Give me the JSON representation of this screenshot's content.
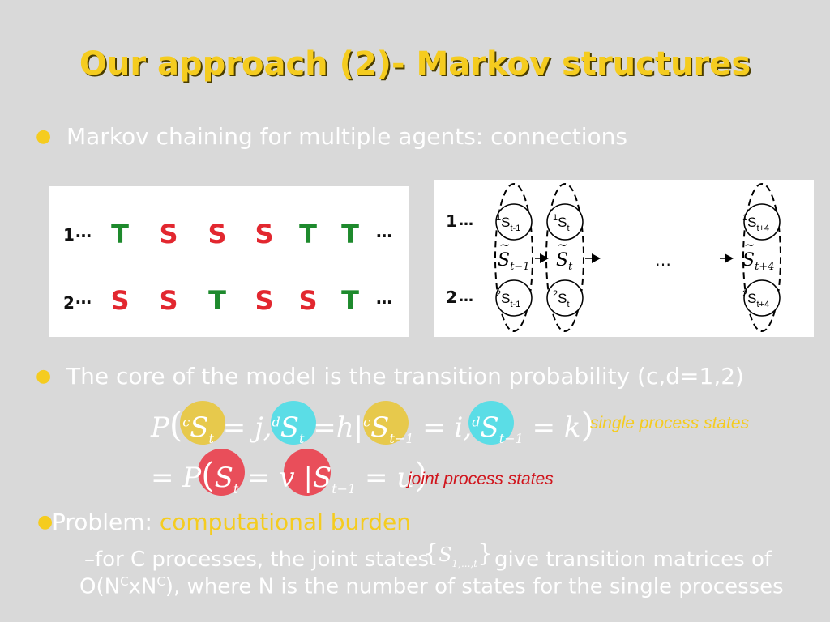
{
  "title": "Our approach (2)- Markov structures",
  "bullet1": "Markov chaining for multiple agents: connections",
  "sequence": {
    "rows": [
      {
        "label": "1",
        "letters": [
          "T",
          "S",
          "S",
          "S",
          "T",
          "T"
        ]
      },
      {
        "label": "2",
        "letters": [
          "S",
          "S",
          "T",
          "S",
          "S",
          "T"
        ]
      }
    ],
    "ellipsis": "…",
    "ellipsis_right": "…"
  },
  "graph": {
    "row1_label": "1",
    "row2_label": "2",
    "ellipsis": "…",
    "dots": "…",
    "nodes_top": [
      {
        "sup": "1",
        "base": "S",
        "sub": "t-1"
      },
      {
        "sup": "1",
        "base": "S",
        "sub": "t"
      },
      {
        "sup": "1",
        "base": "S",
        "sub": "t+4"
      }
    ],
    "nodes_bottom": [
      {
        "sup": "2",
        "base": "S",
        "sub": "t-1"
      },
      {
        "sup": "2",
        "base": "S",
        "sub": "t"
      },
      {
        "sup": "2",
        "base": "S",
        "sub": "t+4"
      }
    ],
    "joint": [
      {
        "base": "S",
        "sub": "t−1"
      },
      {
        "base": "S",
        "sub": "t"
      },
      {
        "base": "S",
        "sub": "t+4"
      }
    ]
  },
  "bullet2": "The core of the model is the transition probability (c,d=1,2)",
  "eq1": {
    "P": "P",
    "c": "c",
    "d": "d",
    "S": "S",
    "t": "t",
    "eq": "=",
    "j": "j,",
    "h": "h",
    "bar": "|",
    "i": "i,",
    "k": "k",
    "tm1": "t−1",
    "open": "(",
    "close": ")"
  },
  "eq1_note": "single process states",
  "eq2": {
    "eqP": "= P",
    "open": "(",
    "S": "S",
    "t": "t",
    "eqv": "= v",
    "bar": "|",
    "tm1": "t−1",
    "equ": "= u",
    "close": ")"
  },
  "eq2_note": "joint process states",
  "problem_label": "Problem: ",
  "problem_value": "computational burden",
  "sub_line1_a": "–for C processes, the joint states",
  "sub_set": {
    "open": "{",
    "S": "S",
    "sub": "1,...,t",
    "close": "}"
  },
  "sub_line1_b": "give transition matrices of",
  "sub_line2": {
    "a": "O(N",
    "sup1": "C",
    "b": "xN",
    "sup2": "C",
    "c": "), where N is the number of states for the single processes"
  },
  "colors": {
    "background": "#d9d9d9",
    "title": "#f5cc1f",
    "bullet": "#f5cc1f",
    "T_letter": "#1e8a2d",
    "S_letter": "#e2272f",
    "yellow_circle": "#e7c94c",
    "cyan_circle": "#5bdde6",
    "red_circle": "#e94e5a",
    "single_note": "#f5cc1f",
    "joint_note": "#d0141c"
  }
}
